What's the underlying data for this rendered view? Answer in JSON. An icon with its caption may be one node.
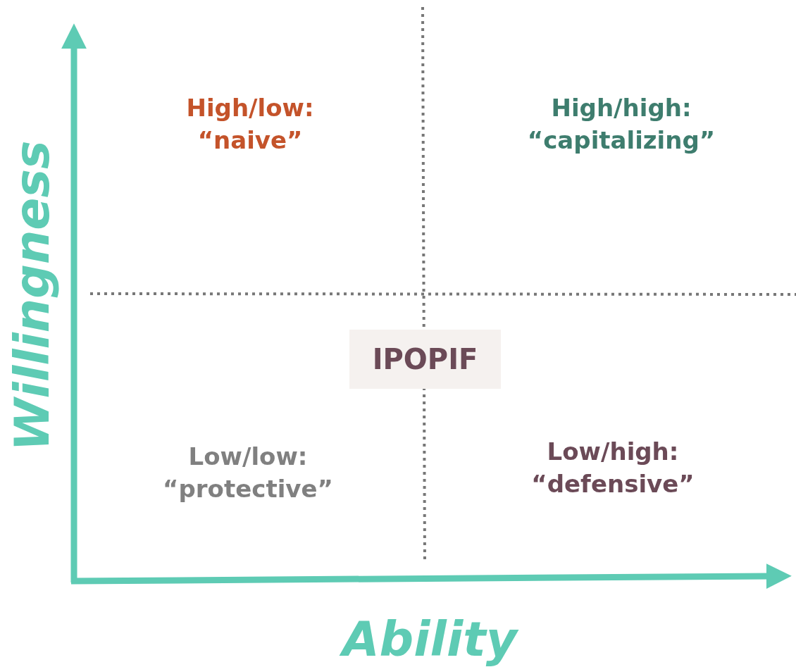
{
  "diagram": {
    "nodes": [
      {
        "text": [
          "IPOPIF"
        ]
      }
    ],
    "edges": [],
    "labels": [
      "High/low: “naive”",
      "High/high: “capitalizing”",
      "Willingness",
      "Low/low: “protective”",
      "Low/high: “defensive”",
      "Ability"
    ]
  }
}
